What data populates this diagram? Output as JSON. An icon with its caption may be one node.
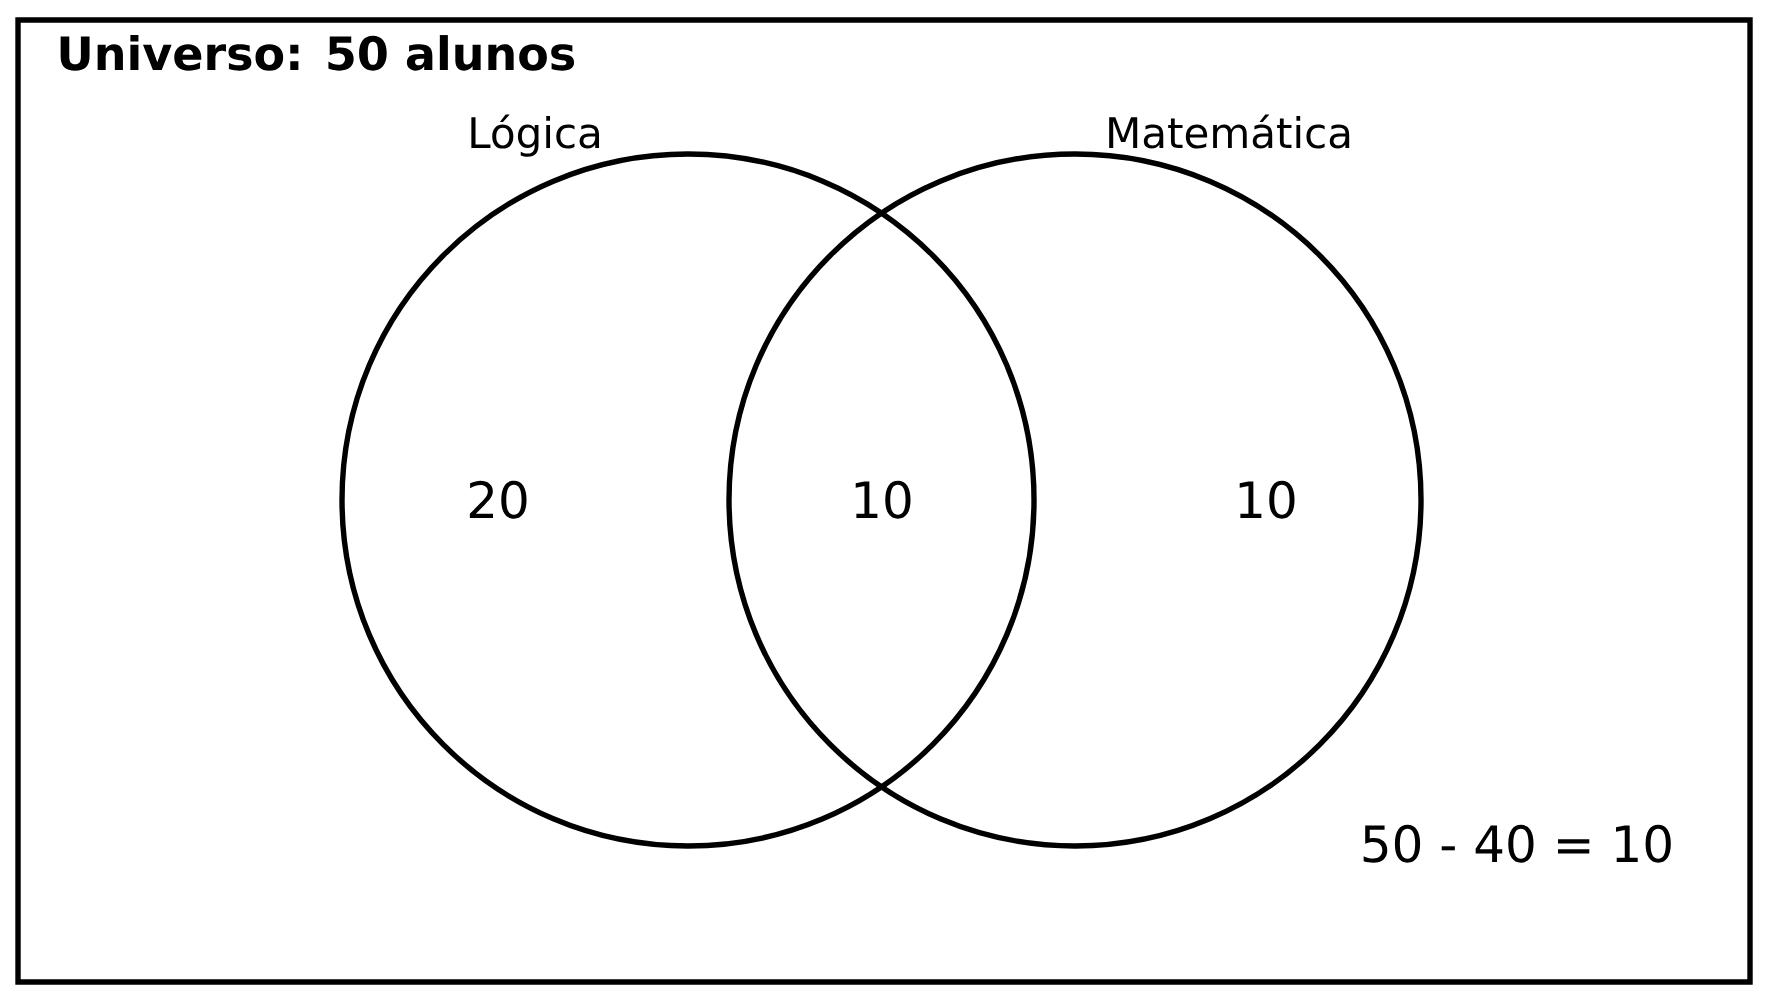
{
  "diagram": {
    "nodes": [
      {
        "text": [
          "Universo: 50 alunos"
        ]
      },
      {
        "text": [
          "Lógica",
          "20"
        ],
        "in": 0
      },
      {
        "text": [
          "Matemática",
          "10"
        ],
        "in": 0
      }
    ],
    "labels": [
      "10",
      "50 - 40 = 10"
    ]
  }
}
